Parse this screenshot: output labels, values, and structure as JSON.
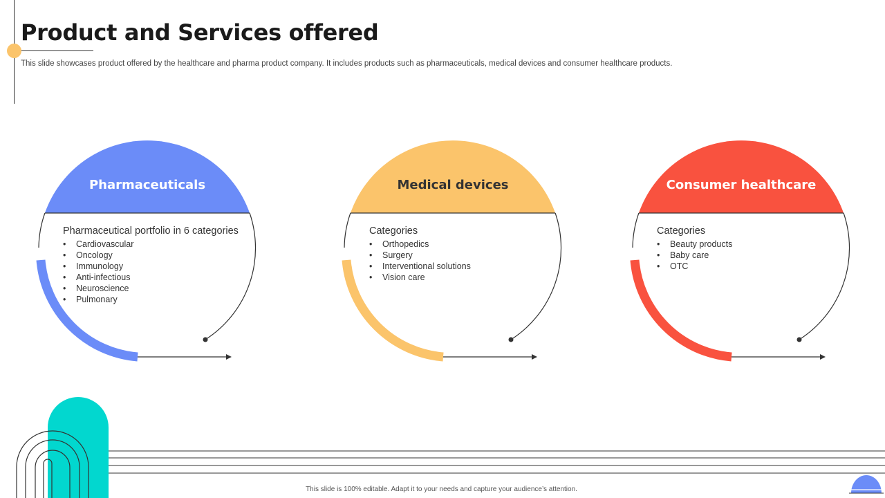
{
  "title": "Product and Services offered",
  "subtitle": "This slide showcases product offered by the healthcare and pharma product company. It includes products such as pharmaceuticals, medical devices and consumer healthcare products.",
  "cards": [
    {
      "heading": "Pharmaceuticals",
      "heading_color": "#ffffff",
      "accent": "#6b8cf8",
      "category_label": "Pharmaceutical portfolio in 6 categories",
      "items": [
        "Cardiovascular",
        "Oncology",
        "Immunology",
        "Anti-infectious",
        "Neuroscience",
        "Pulmonary"
      ]
    },
    {
      "heading": "Medical devices",
      "heading_color": "#333333",
      "accent": "#fbc46b",
      "category_label": "Categories",
      "items": [
        "Orthopedics",
        "Surgery",
        "Interventional  solutions",
        "Vision care"
      ]
    },
    {
      "heading": "Consumer  healthcare",
      "heading_color": "#ffffff",
      "accent": "#f9523f",
      "category_label": "Categories",
      "items": [
        "Beauty products",
        "Baby care",
        "OTC"
      ]
    }
  ],
  "decoration": {
    "teal": "#02d7cf",
    "blue_semicircle": "#6b8cf8"
  },
  "footer": "This slide is 100% editable. Adapt it to your needs and capture your audience’s attention."
}
